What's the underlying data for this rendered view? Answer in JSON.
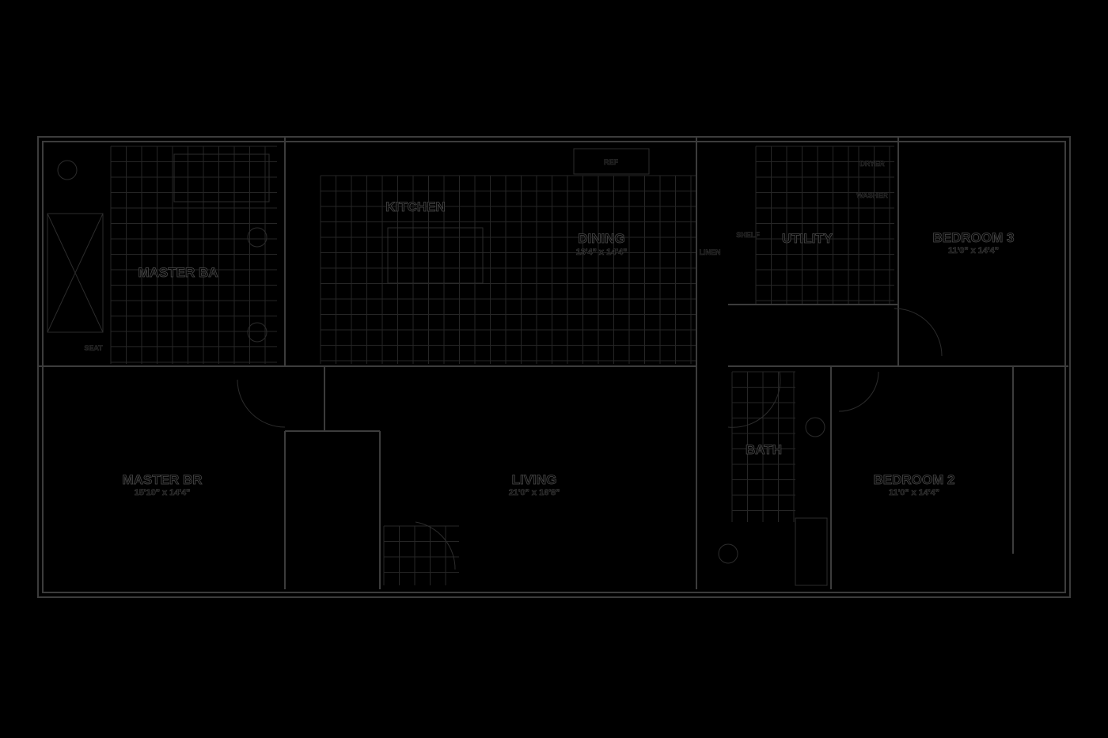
{
  "rooms": {
    "master_ba": {
      "name": "MASTER BA"
    },
    "kitchen": {
      "name": "KITCHEN"
    },
    "dining": {
      "name": "DINING",
      "size": "13'4\" x 14'4\""
    },
    "utility": {
      "name": "UTILITY"
    },
    "bedroom3": {
      "name": "BEDROOM 3",
      "size": "11'0\" x 14'4\""
    },
    "master_br": {
      "name": "MASTER BR",
      "size": "15'10\" x 14'4\""
    },
    "living": {
      "name": "LIVING",
      "size": "21'0\" x 16'8\""
    },
    "bath": {
      "name": "BATH"
    },
    "bedroom2": {
      "name": "BEDROOM 2",
      "size": "11'0\" x 14'4\""
    }
  },
  "fixtures": {
    "ref": "REF",
    "dryer": "DRYER",
    "washer": "WASHER",
    "linen": "LINEN",
    "shelf": "SHELF",
    "seat": "SEAT"
  }
}
